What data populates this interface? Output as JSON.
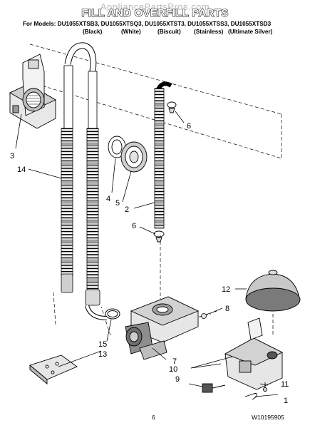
{
  "header": {
    "watermark": "AppliancePartsPros.com",
    "title": "FILL AND OVERFILL PARTS",
    "models_label": "For Models:",
    "models": "DU1055XTSB3, DU1055XTSQ3, DU1055XTST3, DU1055XTSS3, DU1055XTSD3",
    "colors": [
      "(Black)",
      "(White)",
      "(Biscuit)",
      "(Stainless)",
      "(Ultimate Silver)"
    ]
  },
  "callouts": {
    "c1": "1",
    "c2": "2",
    "c3": "3",
    "c4": "4",
    "c5": "5",
    "c6a": "6",
    "c6b": "6",
    "c7": "7",
    "c8": "8",
    "c9": "9",
    "c10": "10",
    "c11": "11",
    "c12": "12",
    "c13": "13",
    "c14": "14",
    "c15": "15"
  },
  "footer": {
    "page": "6",
    "part_number": "W10195905"
  }
}
